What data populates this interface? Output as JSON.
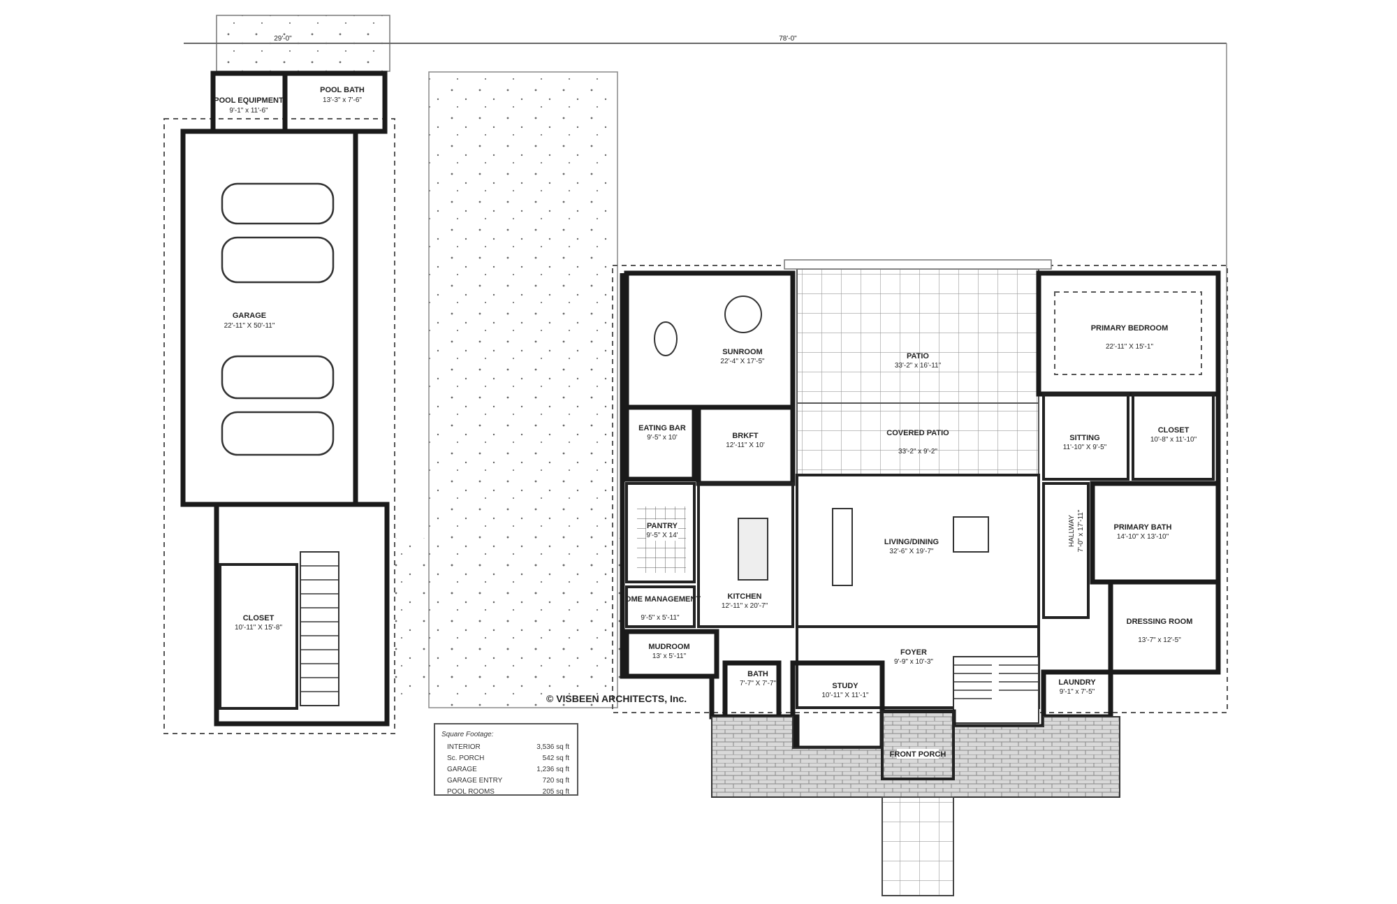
{
  "colors": {
    "wall": "#1a1a1a",
    "sunroom_fill": "#b5b5b5",
    "porch_fill": "#d9d9d9",
    "paper": "#ffffff"
  },
  "dimensions": {
    "overall": "78'-0\"",
    "pool_wing": "29'-0\""
  },
  "rooms": {
    "pool_equipment": {
      "name": "POOL EQUIPMENT",
      "size": "9'-1\" x 11'-6\""
    },
    "pool_bath": {
      "name": "POOL BATH",
      "size": "13'-3\" x 7'-6\""
    },
    "garage": {
      "name": "GARAGE",
      "size": "22'-11\" X 50'-11\""
    },
    "closet_garage": {
      "name": "CLOSET",
      "size": "10'-11\" X 15'-8\""
    },
    "sunroom": {
      "name": "SUNROOM",
      "size": "22'-4\" X 17'-5\""
    },
    "patio": {
      "name": "PATIO",
      "size": "33'-2\" x 16'-11\""
    },
    "covered_patio": {
      "name": "COVERED PATIO",
      "size": "33'-2\" x 9'-2\""
    },
    "primary_bedroom": {
      "name": "PRIMARY BEDROOM",
      "size": "22'-11\" X 15'-1\""
    },
    "eating_bar": {
      "name": "EATING BAR",
      "size": "9'-5\" x 10'"
    },
    "brkft": {
      "name": "BRKFT",
      "size": "12'-11\" X 10'"
    },
    "sitting": {
      "name": "SITTING",
      "size": "11'-10\" X 9'-5\""
    },
    "closet_primary": {
      "name": "CLOSET",
      "size": "10'-8\" x 11'-10\""
    },
    "pantry": {
      "name": "PANTRY",
      "size": "9'-5\" X 14'"
    },
    "kitchen": {
      "name": "KITCHEN",
      "size": "12'-11\" x 20'-7\""
    },
    "living_dining": {
      "name": "LIVING/DINING",
      "size": "32'-6\" X 19'-7\""
    },
    "hallway": {
      "name": "HALLWAY",
      "size": "7'-0\" x 17'-11\""
    },
    "primary_bath": {
      "name": "PRIMARY BATH",
      "size": "14'-10\" X 13'-10\""
    },
    "home_management": {
      "name": "HOME MANAGEMENT",
      "size": "9'-5\" x 5'-11\""
    },
    "dressing_room": {
      "name": "DRESSING ROOM",
      "size": "13'-7\" x 12'-5\""
    },
    "mudroom": {
      "name": "MUDROOM",
      "size": "13' x 5'-11\""
    },
    "foyer": {
      "name": "FOYER",
      "size": "9'-9\" x 10'-3\""
    },
    "bath": {
      "name": "BATH",
      "size": "7'-7\" X 7'-7\""
    },
    "study": {
      "name": "STUDY",
      "size": "10'-11\" X 11'-1\""
    },
    "laundry": {
      "name": "LAUNDRY",
      "size": "9'-1\" x 7'-5\""
    },
    "front_porch": {
      "name": "FRONT PORCH"
    }
  },
  "copyright": "© VISBEEN ARCHITECTS, Inc.",
  "square_footage": {
    "title": "Square Footage:",
    "rows": [
      {
        "label": "INTERIOR",
        "value": "3,536 sq ft"
      },
      {
        "label": "Sc. PORCH",
        "value": "542 sq ft"
      },
      {
        "label": "GARAGE",
        "value": "1,236 sq ft"
      },
      {
        "label": "GARAGE ENTRY",
        "value": "720 sq ft"
      },
      {
        "label": "POOL ROOMS",
        "value": "205 sq ft"
      }
    ]
  }
}
